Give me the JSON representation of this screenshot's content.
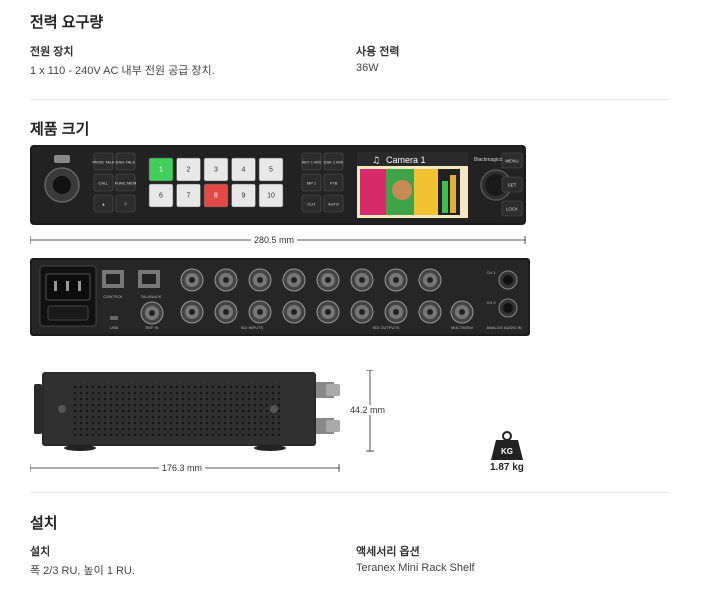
{
  "power": {
    "title": "전력 요구량",
    "supply_label": "전원 장치",
    "supply_value": "1 x 110 - 240V AC 내부 전원 공급 장치.",
    "consumption_label": "사용 전력",
    "consumption_value": "36W"
  },
  "size": {
    "title": "제품 크기",
    "front_width": "280.5 mm",
    "side_depth": "176.3 mm",
    "height": "44.2 mm",
    "weight": "1.87 kg",
    "weight_badge": "KG"
  },
  "front_panel": {
    "left_buttons": [
      "PROD TALK",
      "ENG TALK",
      "CALL",
      "FUNC MEM",
      "▲",
      "▽"
    ],
    "source_buttons": [
      "1",
      "2",
      "3",
      "4",
      "5",
      "6",
      "7",
      "8",
      "9",
      "10"
    ],
    "right_buttons": [
      "KEY 1 MIX",
      "DSK 1 MIX",
      "MP 1",
      "FTB",
      "CUT",
      "AUTO"
    ],
    "screen_title": "Camera 1",
    "brand": "Blackmagicdesign",
    "menu_buttons": [
      "MENU",
      "SET",
      "LOCK"
    ]
  },
  "rear_panel": {
    "labels": [
      "CONTROL",
      "TALKBACK",
      "USB",
      "REF IN",
      "SDI INPUTS",
      "SDI OUTPUTS",
      "MULTIVIEW",
      "ANALOG AUDIO IN",
      "CH 1",
      "CH 2"
    ]
  },
  "install": {
    "title": "설치",
    "install_label": "설치",
    "install_value": "폭 2/3 RU, 높이 1 RU.",
    "accessory_label": "액세서리 옵션",
    "accessory_value": "Teranex Mini Rack Shelf"
  }
}
